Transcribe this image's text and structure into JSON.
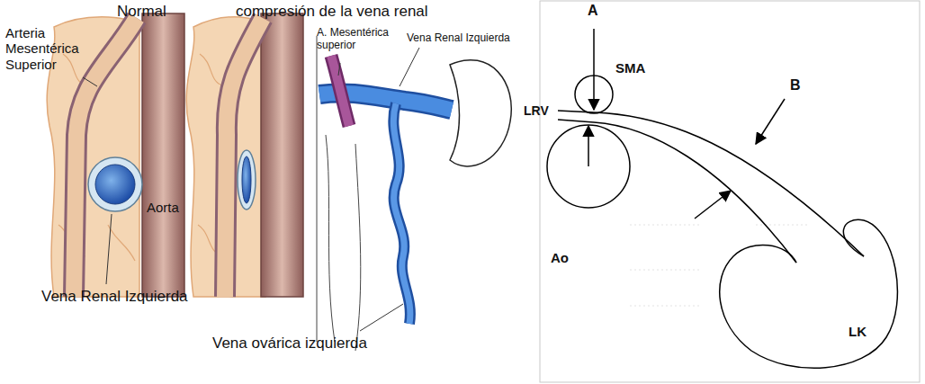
{
  "diagram": {
    "nodes": [
      {
        "text": [
          "SMA"
        ]
      },
      {
        "text": [
          "Ao"
        ]
      },
      {
        "text": [
          "LK"
        ]
      }
    ],
    "labels": [
      "Normal",
      "compresión de la vena renal",
      "Arteria Mesentérica Superior",
      "Aorta",
      "Vena Renal Izquierda",
      "A. Mesentérica superior",
      "Vena Renal Izquierda",
      "Vena ovárica izquierda",
      "A",
      "LRV",
      "B"
    ]
  }
}
